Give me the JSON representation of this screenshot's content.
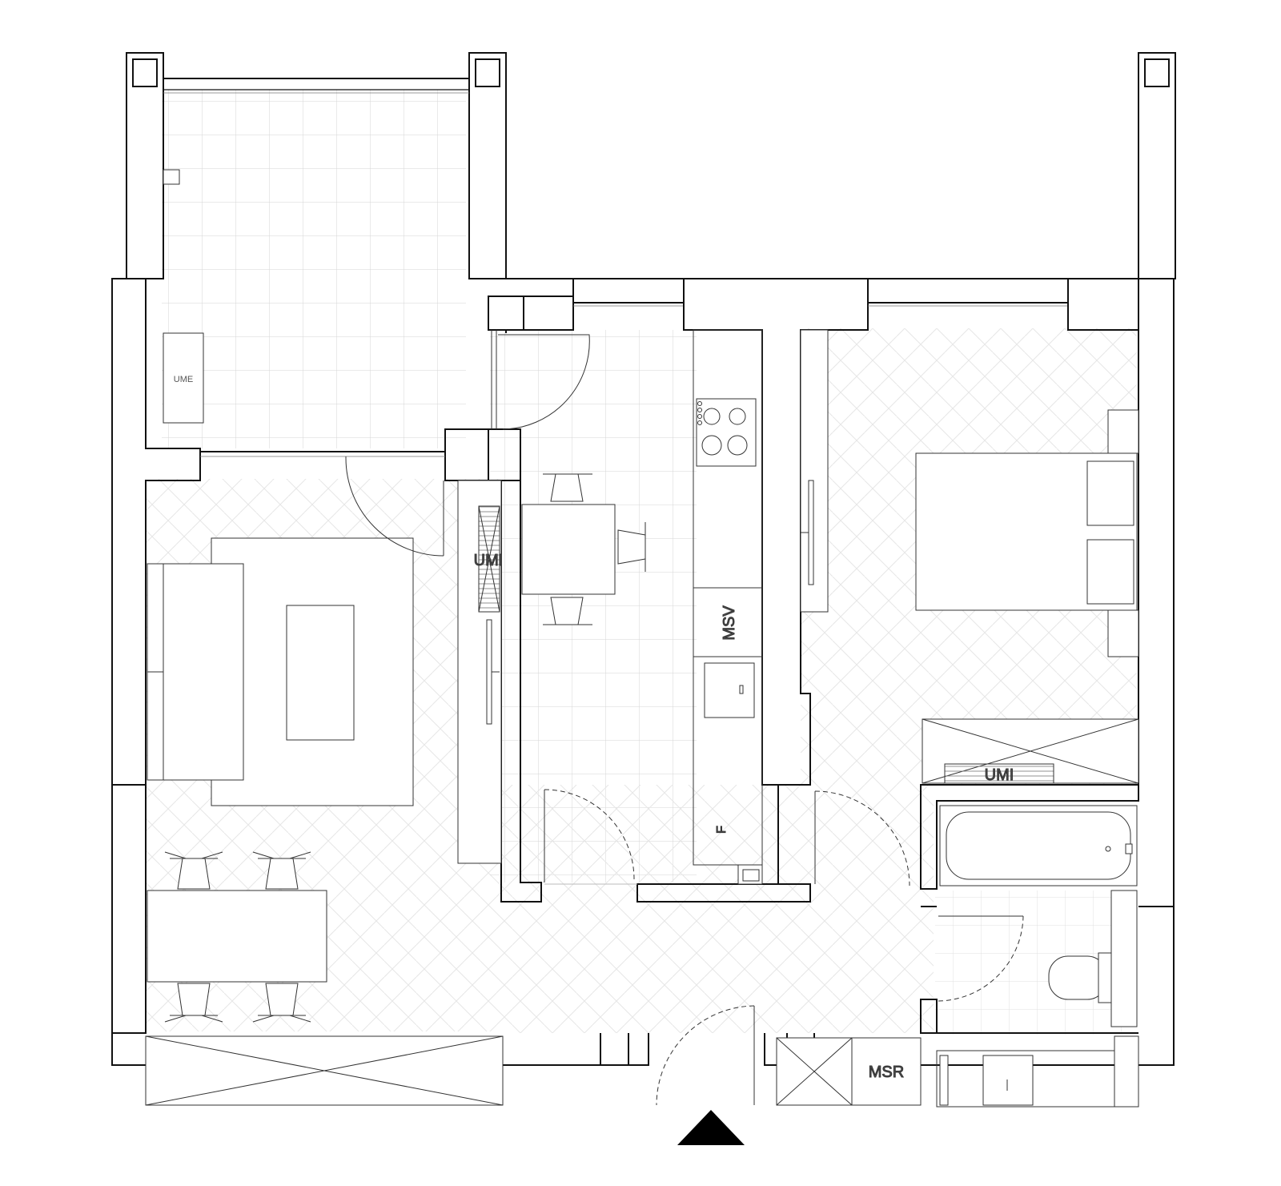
{
  "plan": {
    "colors": {
      "wall": "#111111",
      "line": "#333333",
      "thin": "#9a9a9a",
      "grid": "#d6d6d6",
      "pattern": "#e6e6e6",
      "label": "#555555",
      "entrance_marker": "#000000"
    },
    "labels": {
      "balcony_utility": "UME",
      "hall_utility": "UMI",
      "bedroom_utility": "UMI",
      "dishwasher": "MSV",
      "fridge": "F",
      "washing_machine": "MSR"
    },
    "icons": {
      "entrance": "entrance-triangle-icon"
    }
  }
}
